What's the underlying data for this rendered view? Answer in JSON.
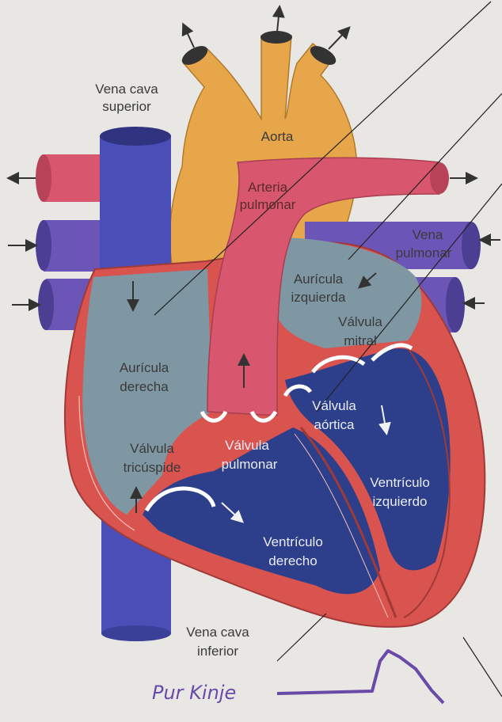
{
  "labels": {
    "vena_cava_superior_1": "Vena cava",
    "vena_cava_superior_2": "superior",
    "aorta": "Aorta",
    "arteria_pulmonar_1": "Arteria",
    "arteria_pulmonar_2": "pulmonar",
    "vena_pulmonar_1": "Vena",
    "vena_pulmonar_2": "pulmonar",
    "auricula_izquierda_1": "Aurícula",
    "auricula_izquierda_2": "izquierda",
    "valvula_mitral_1": "Válvula",
    "valvula_mitral_2": "mitral",
    "auricula_derecha_1": "Aurícula",
    "auricula_derecha_2": "derecha",
    "valvula_aortica_1": "Válvula",
    "valvula_aortica_2": "aórtica",
    "valvula_tricuspide_1": "Válvula",
    "valvula_tricuspide_2": "tricúspide",
    "valvula_pulmonar_1": "Válvula",
    "valvula_pulmonar_2": "pulmonar",
    "ventriculo_izquierdo_1": "Ventrículo",
    "ventriculo_izquierdo_2": "izquierdo",
    "ventriculo_derecho_1": "Ventrículo",
    "ventriculo_derecho_2": "derecho",
    "vena_cava_inferior_1": "Vena cava",
    "vena_cava_inferior_2": "inferior"
  },
  "handwriting": {
    "text": "Pur Kinje"
  },
  "colors": {
    "background": "#e9e7e3",
    "aorta": "#e8a64a",
    "pulmonary_artery": "#d9576e",
    "vena_cava": "#4a4fb8",
    "pulmonary_vein": "#6b56b8",
    "right_atrium": "#7f97a3",
    "left_atrium": "#7f97a3",
    "ventricle": "#2d3f8a",
    "muscle": "#d9534f",
    "pen": "#6a4aa8"
  }
}
